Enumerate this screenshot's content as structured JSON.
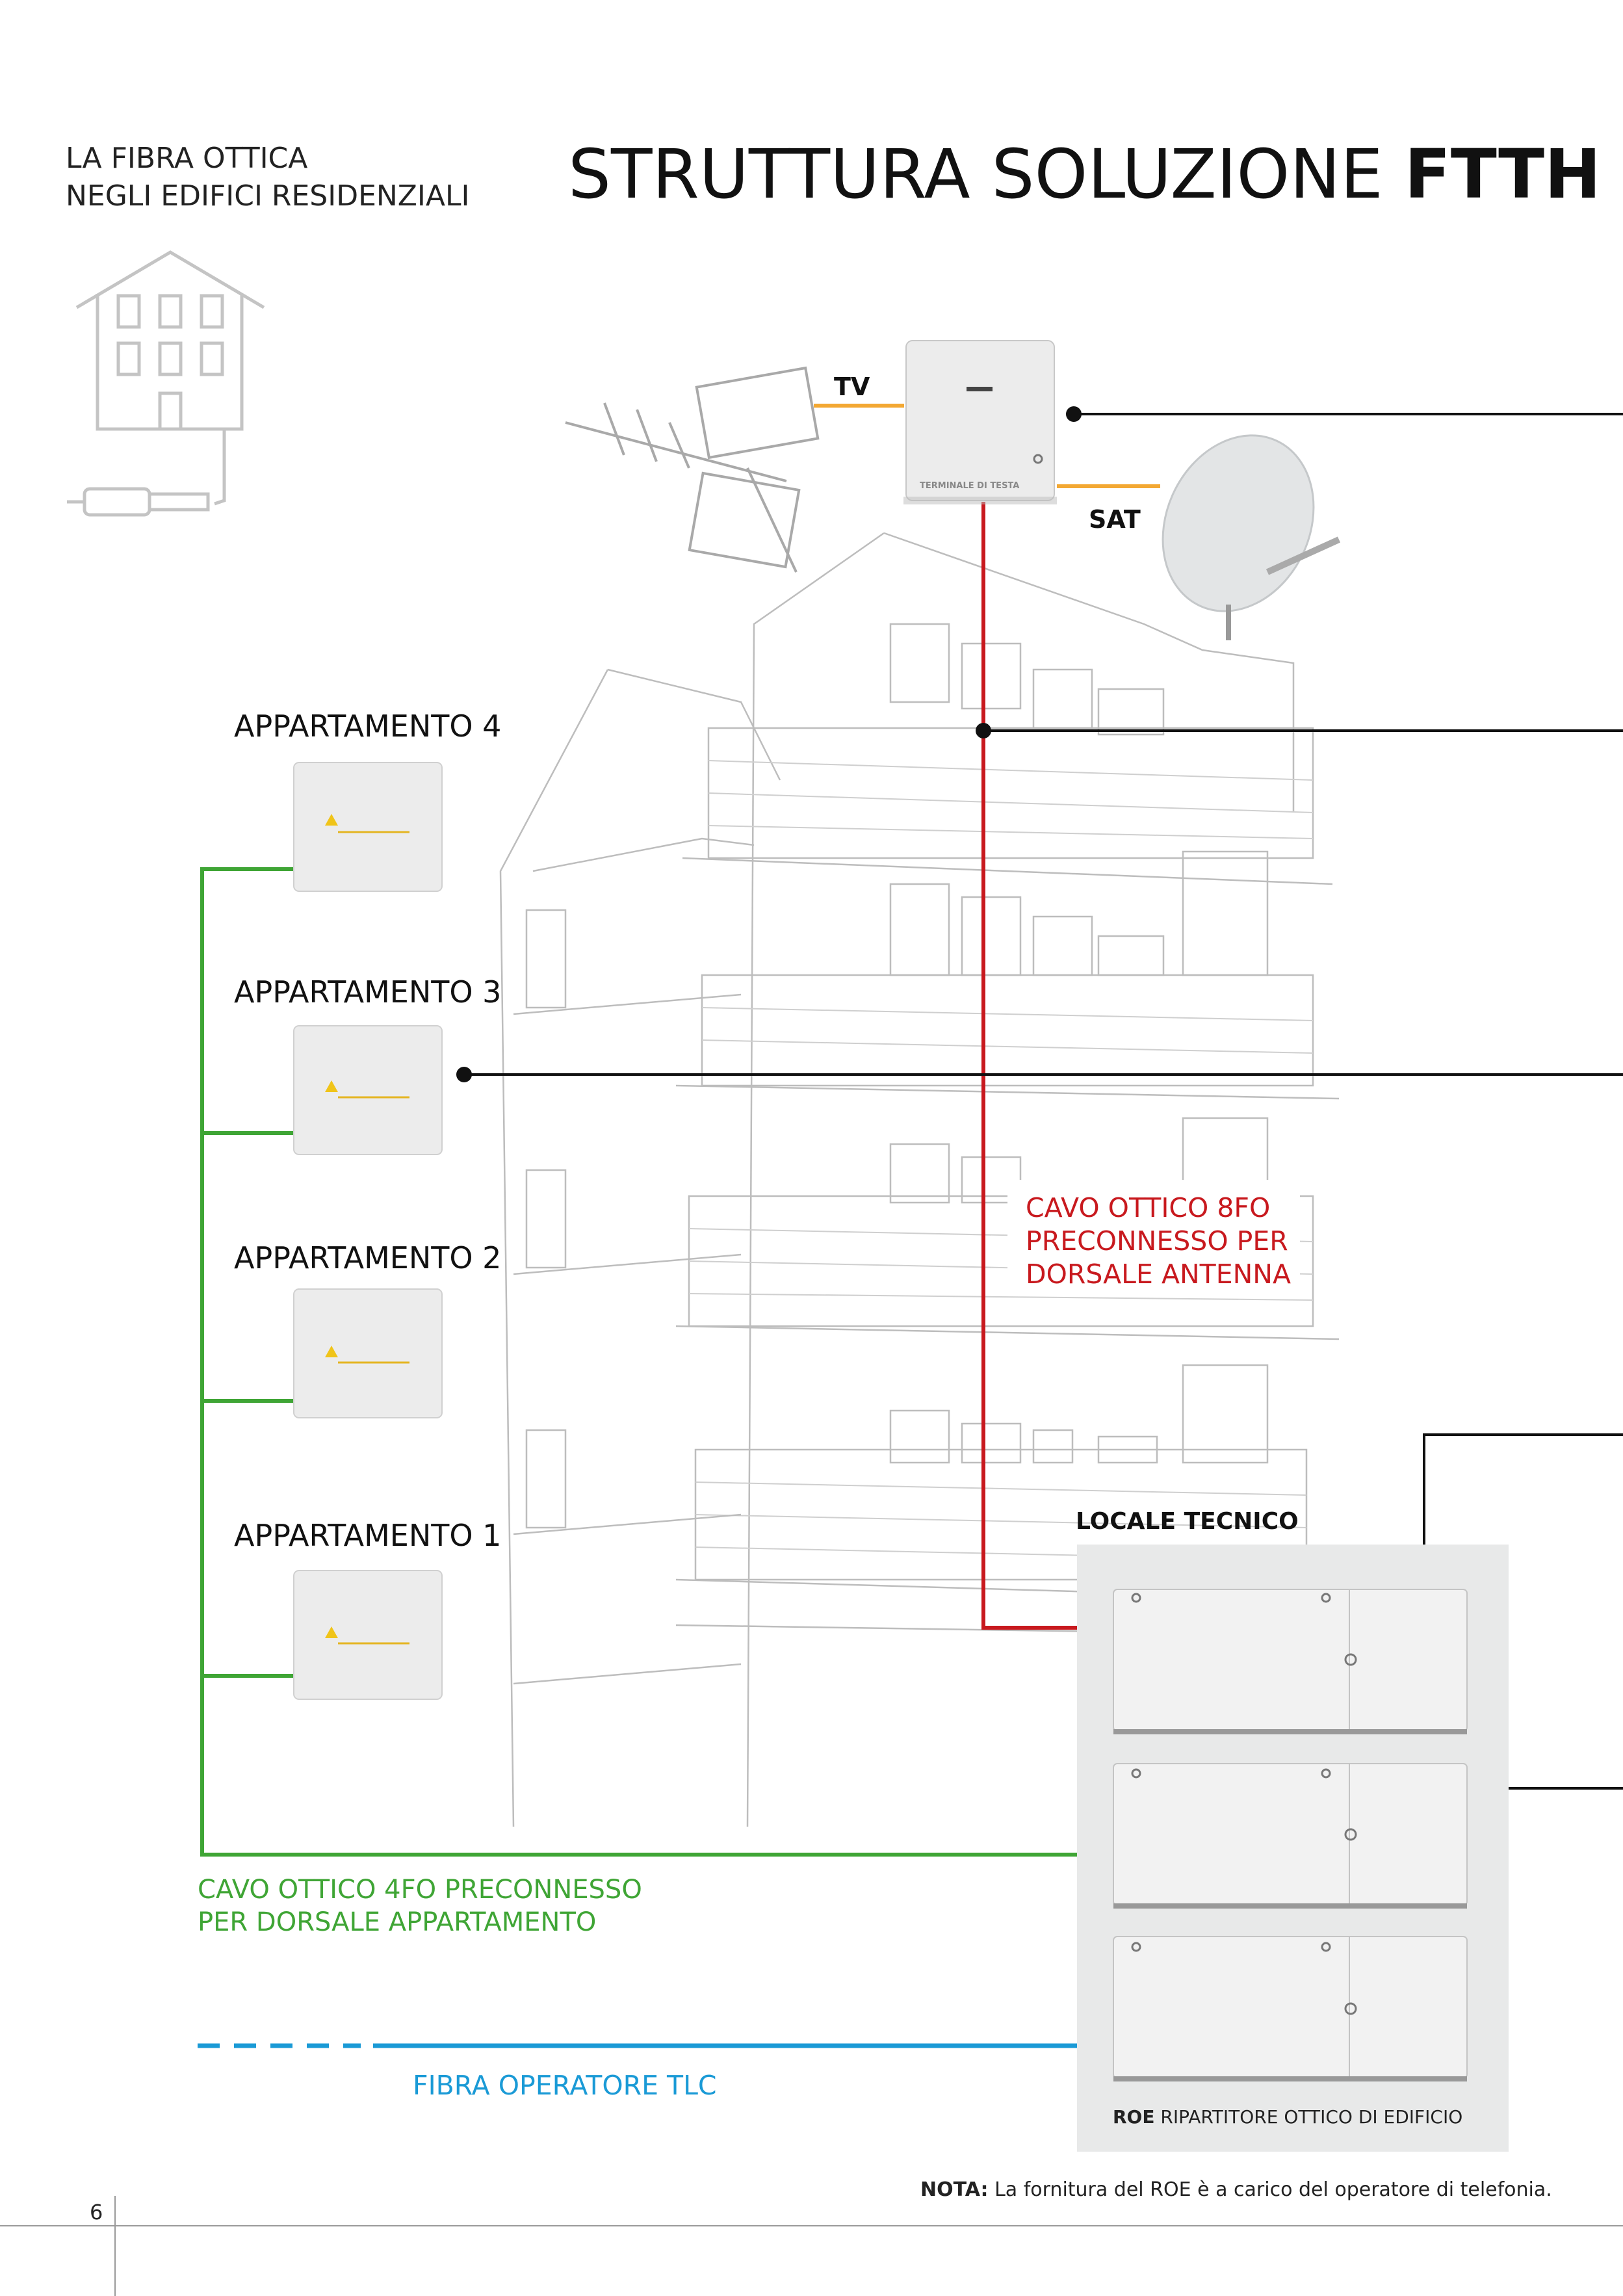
{
  "header": {
    "subtitle_line1": "LA FIBRA OTTICA",
    "subtitle_line2": "NEGLI EDIFICI RESIDENZIALI",
    "title_light": "STRUTTURA SOLUZIONE ",
    "title_bold": "FTTH"
  },
  "diagram": {
    "tv_label": "TV",
    "sat_label": "SAT",
    "terminal_label": "TERMINALE DI TESTA",
    "apartments": [
      "APPARTAMENTO 4",
      "APPARTAMENTO 3",
      "APPARTAMENTO 2",
      "APPARTAMENTO 1"
    ],
    "red_cable": [
      "CAVO OTTICO 8FO",
      "PRECONNESSO PER",
      "DORSALE ANTENNA"
    ],
    "green_cable": [
      "CAVO OTTICO 4FO PRECONNESSO",
      "PER DORSALE APPARTAMENTO"
    ],
    "blue_fiber": "FIBRA OPERATORE TLC",
    "locale_tecnico": "LOCALE TECNICO",
    "roe_bold": "ROE",
    "roe_text": " RIPARTITORE OTTICO DI EDIFICIO",
    "colors": {
      "red": "#c8191e",
      "green": "#3fa535",
      "blue": "#1a9ad6",
      "orange": "#f3a833",
      "panel": "#e8e9e9"
    }
  },
  "footer": {
    "note_bold": "NOTA:",
    "note_text": " La fornitura del ROE è a carico del operatore di telefonia.",
    "page_number": "6"
  }
}
